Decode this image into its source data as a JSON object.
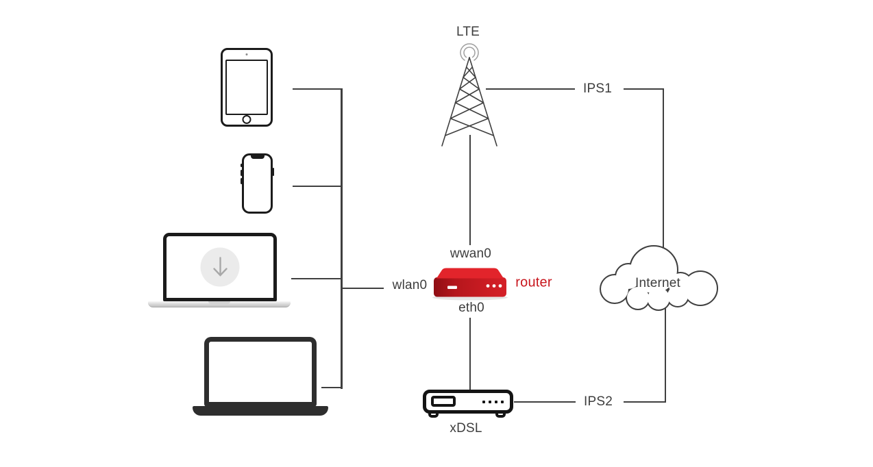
{
  "diagram": {
    "labels": {
      "lte": "LTE",
      "ips1": "IPS1",
      "ips2": "IPS2",
      "wwan0": "wwan0",
      "wlan0": "wlan0",
      "router": "router",
      "eth0": "eth0",
      "xdsl": "xDSL",
      "internet": "Internet"
    },
    "icons": {
      "download_arrow": "↓",
      "lte_tower": "lattice radio mast with signal waves",
      "router": "red 3d router box with status leds",
      "xdsl_modem": "modem box with display and leds",
      "internet_cloud": "cloud outline"
    },
    "colors": {
      "line": "#3f3f3f",
      "label_text": "#3d3d3d",
      "router_label_red": "#c8161d",
      "router_top_red": "#e2242b",
      "router_front_red_dark": "#8f0e14",
      "router_front_red": "#d42028",
      "device_outline": "#1b1b1b",
      "dark_laptop": "#2e2e2e",
      "download_circle": "#ebebeb",
      "download_arrow": "#a8a8a8",
      "signal_arc": "#9e9e9e"
    },
    "nodes": [
      "tablet",
      "smartphone",
      "laptop",
      "laptop-2",
      "lte-tower",
      "router",
      "xdsl-modem",
      "internet-cloud"
    ],
    "connections": [
      {
        "from": "tablet",
        "to": "router",
        "port": "wlan0"
      },
      {
        "from": "smartphone",
        "to": "router",
        "port": "wlan0"
      },
      {
        "from": "laptop",
        "to": "router",
        "port": "wlan0"
      },
      {
        "from": "laptop-2",
        "to": "router",
        "port": "wlan0"
      },
      {
        "from": "router",
        "to": "lte-tower",
        "port": "wwan0"
      },
      {
        "from": "router",
        "to": "xdsl-modem",
        "port": "eth0"
      },
      {
        "from": "lte-tower",
        "to": "internet-cloud",
        "via": "IPS1"
      },
      {
        "from": "xdsl-modem",
        "to": "internet-cloud",
        "via": "IPS2"
      }
    ]
  }
}
